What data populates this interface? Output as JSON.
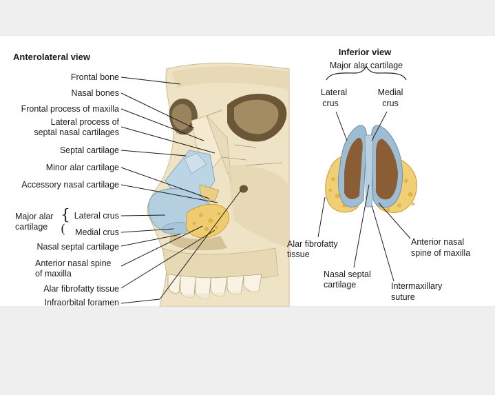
{
  "left_panel": {
    "heading": "Anterolateral view",
    "labels": {
      "frontal_bone": "Frontal bone",
      "nasal_bones": "Nasal bones",
      "frontal_process": "Frontal process of maxilla",
      "lateral_process_1": "Lateral process of",
      "lateral_process_2": "septal nasal cartilages",
      "septal_cartilage": "Septal cartilage",
      "minor_alar": "Minor alar cartilage",
      "accessory_nasal": "Accessory nasal cartilage",
      "major_alar_1": "Major alar",
      "major_alar_2": "cartilage",
      "lateral_crus": "Lateral crus",
      "medial_crus": "Medial crus",
      "nasal_septal": "Nasal septal cartilage",
      "anterior_spine_1": "Anterior nasal spine",
      "anterior_spine_2": "of maxilla",
      "alar_fibrofatty": "Alar fibrofatty tissue",
      "infraorbital": "Infraorbital foramen"
    }
  },
  "right_panel": {
    "heading": "Inferior view",
    "subheading": "Major alar cartilage",
    "labels": {
      "lateral_crus_1": "Lateral",
      "lateral_crus_2": "crus",
      "medial_crus_1": "Medial",
      "medial_crus_2": "crus",
      "alar_fibrofatty_1": "Alar fibrofatty",
      "alar_fibrofatty_2": "tissue",
      "nasal_septal_1": "Nasal septal",
      "nasal_septal_2": "cartilage",
      "anterior_nasal_1": "Anterior nasal",
      "anterior_nasal_2": "spine of maxilla",
      "intermaxillary_1": "Intermaxillary",
      "intermaxillary_2": "suture"
    }
  },
  "colors": {
    "bone": "#efe3c6",
    "bone_shade": "#d9c69c",
    "cartilage": "#b9d2e2",
    "cartilage_dark": "#7e9cb3",
    "fat": "#f1cf74",
    "fat_dark": "#d8a838",
    "cavity": "#8a5b35",
    "leader": "#1b1b1b"
  }
}
